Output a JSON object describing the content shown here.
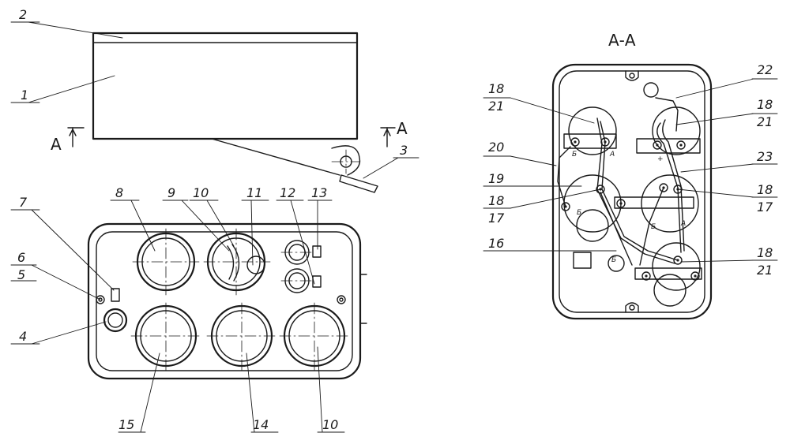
{
  "section_title": "А-А",
  "section_marker": "А",
  "callouts": {
    "c1": "1",
    "c2": "2",
    "c3": "3",
    "c4": "4",
    "c5": "5",
    "c6": "6",
    "c7": "7",
    "c8": "8",
    "c9": "9",
    "c10a": "10",
    "c10b": "10",
    "c11": "11",
    "c12": "12",
    "c13": "13",
    "c14": "14",
    "c15": "15",
    "c16": "16",
    "c17a": "17",
    "c17b": "17",
    "c18a": "18",
    "c18b": "18",
    "c18c": "18",
    "c18d": "18",
    "c18e": "18",
    "c19": "19",
    "c20": "20",
    "c21a": "21",
    "c21b": "21",
    "c21c": "21",
    "c22": "22",
    "c23": "23"
  },
  "terminal_marks": {
    "b1": "Б",
    "a1": "А",
    "b2": "Б",
    "b3": "Б",
    "a2": "А",
    "plus": "+",
    "b4": "Б"
  }
}
